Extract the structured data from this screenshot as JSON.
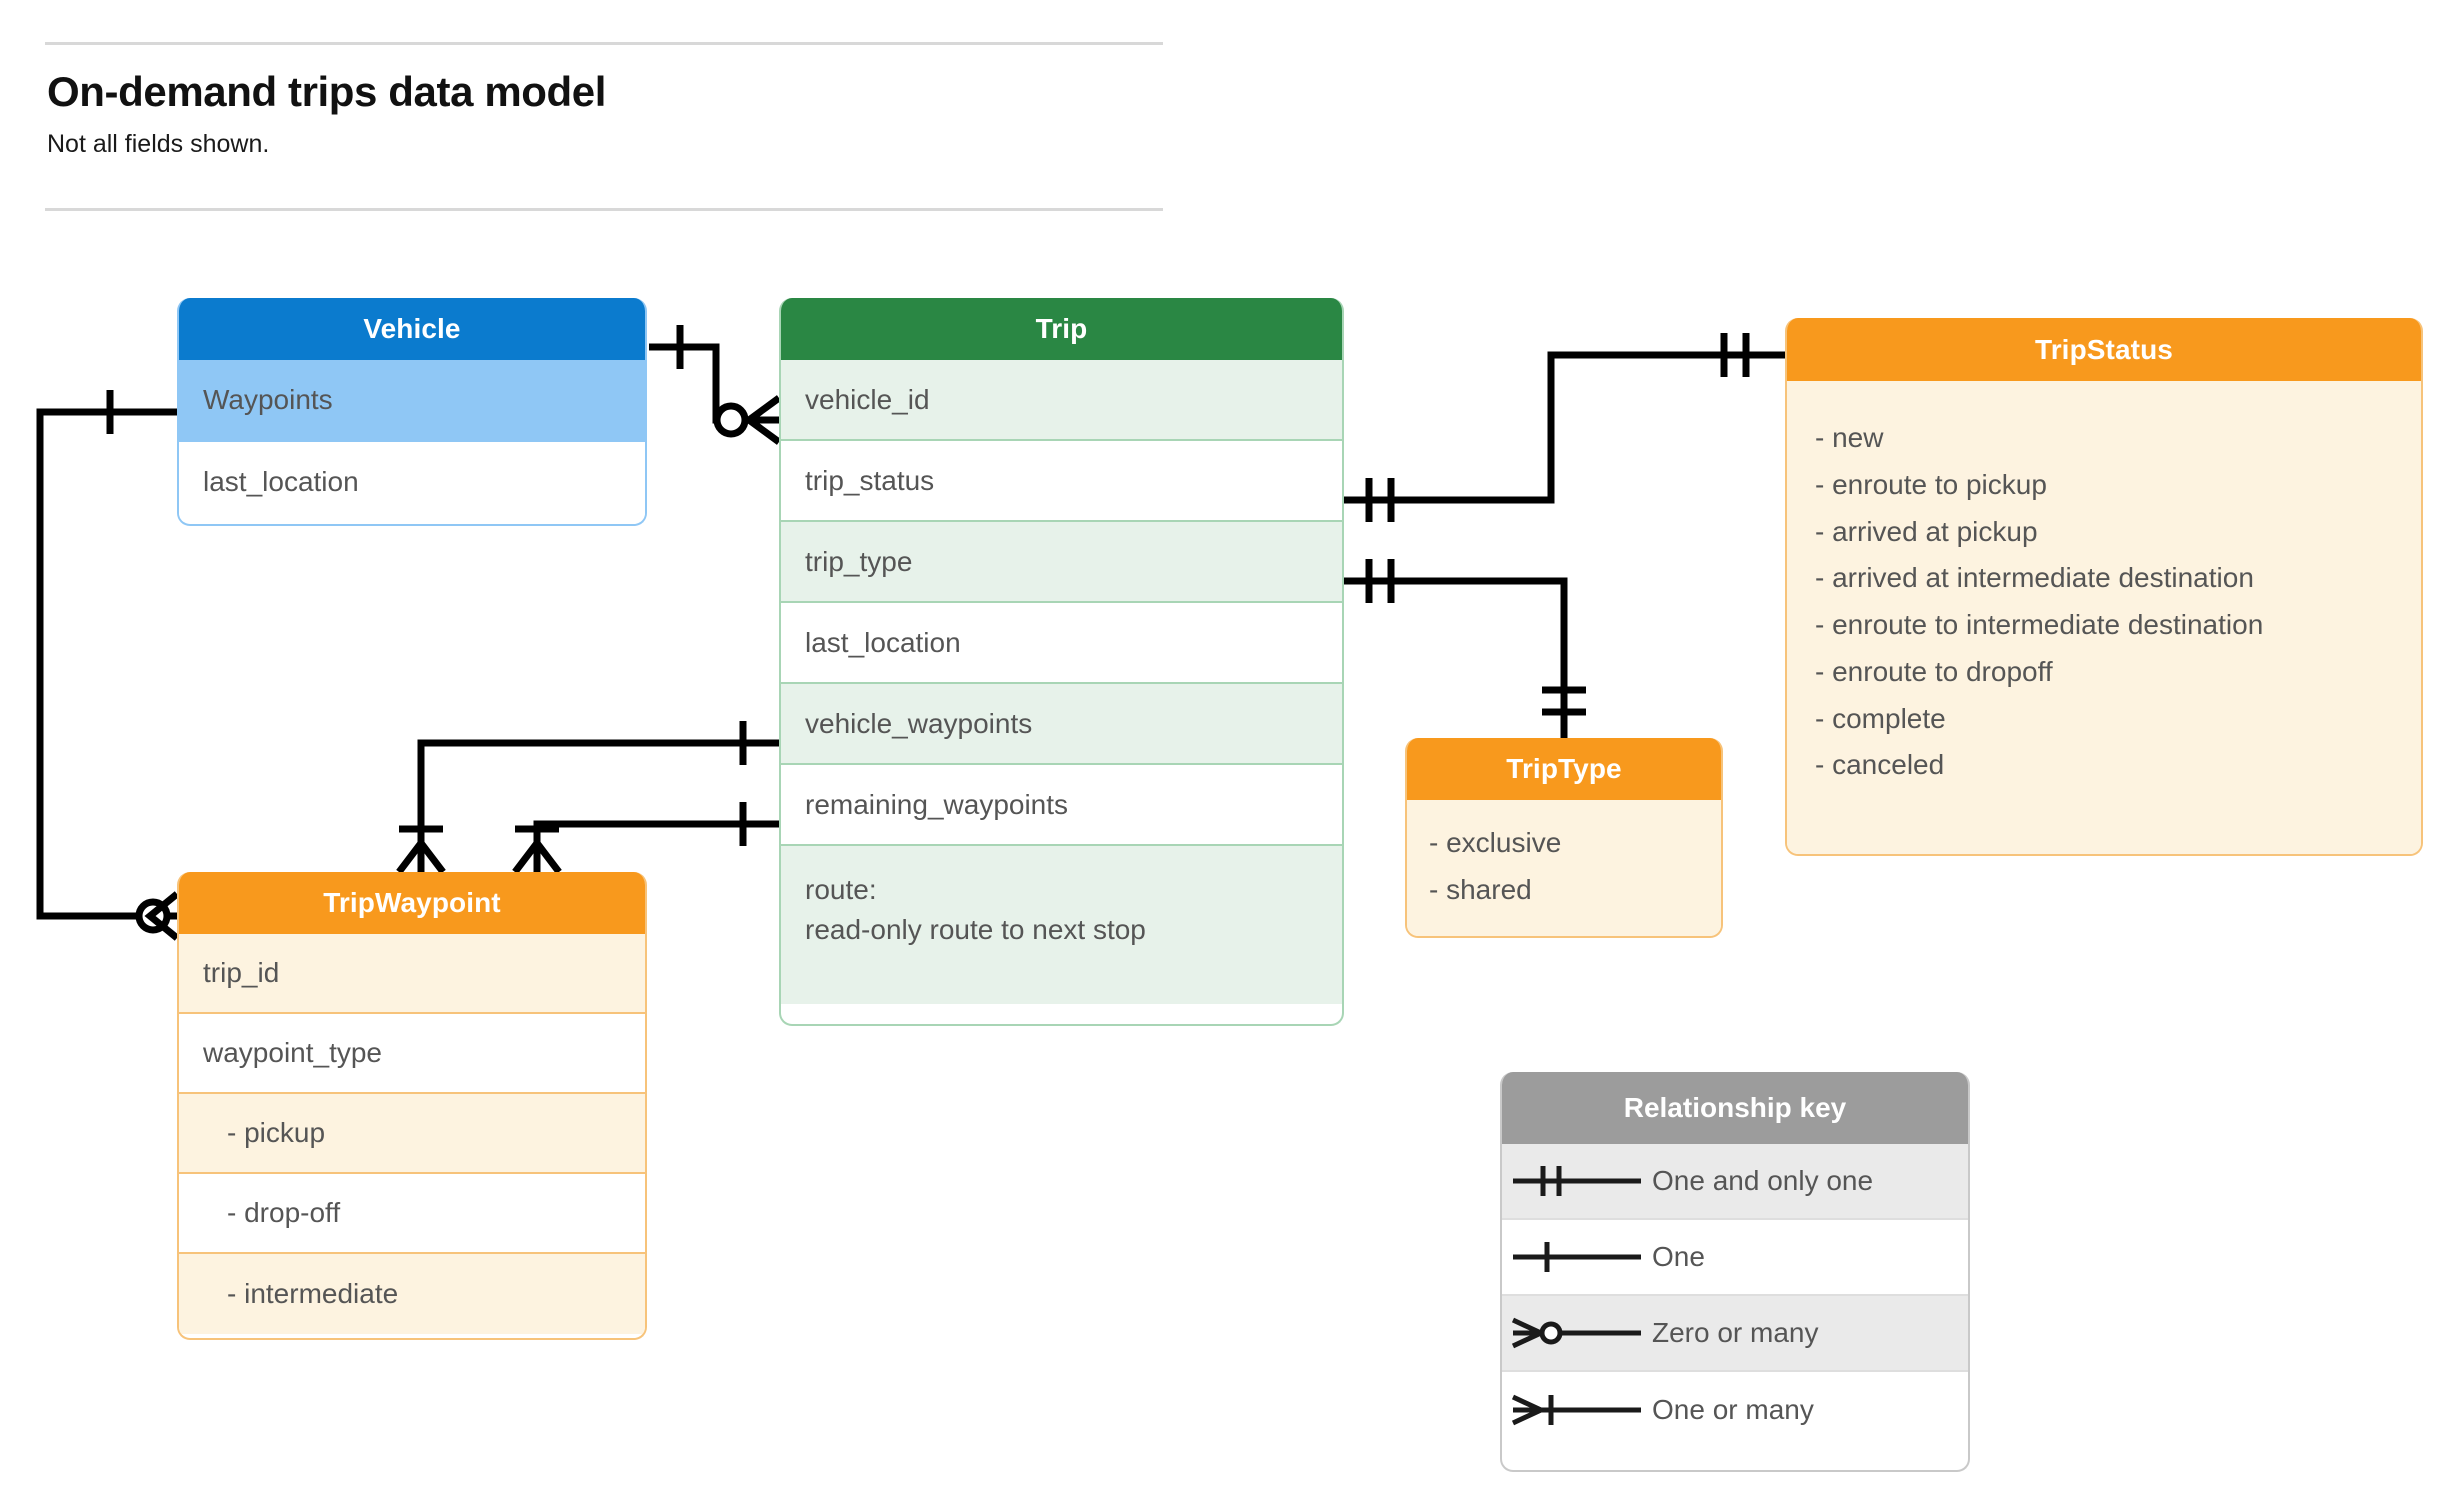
{
  "header": {
    "title": "On-demand trips data model",
    "subtitle": "Not all fields shown."
  },
  "colors": {
    "vehicle_header": "#0b7bce",
    "vehicle_highlight_row": "#8fc7f5",
    "trip_header": "#2a8744",
    "trip_row_alt": "#e7f2ea",
    "enum_header": "#f8991d",
    "enum_body": "#fdf3e0",
    "legend_header": "#9c9c9c",
    "legend_row_alt": "#eaeaea",
    "connector": "#000000",
    "text": "#555555"
  },
  "entities": {
    "vehicle": {
      "title": "Vehicle",
      "fields": [
        {
          "label": "Waypoints"
        },
        {
          "label": "last_location"
        }
      ]
    },
    "trip": {
      "title": "Trip",
      "fields": [
        {
          "label": "vehicle_id"
        },
        {
          "label": "trip_status"
        },
        {
          "label": "trip_type"
        },
        {
          "label": "last_location"
        },
        {
          "label": "vehicle_waypoints"
        },
        {
          "label": "remaining_waypoints"
        },
        {
          "label": "route:",
          "note": "read-only route to next stop"
        }
      ]
    },
    "trip_status": {
      "title": "TripStatus",
      "values": [
        "- new",
        "- enroute to pickup",
        "- arrived at pickup",
        "- arrived at intermediate destination",
        "- enroute to intermediate destination",
        "- enroute to dropoff",
        "- complete",
        "- canceled"
      ]
    },
    "trip_type": {
      "title": "TripType",
      "values": [
        "- exclusive",
        "- shared"
      ]
    },
    "trip_waypoint": {
      "title": "TripWaypoint",
      "fields": [
        {
          "label": "trip_id"
        },
        {
          "label": "waypoint_type"
        },
        {
          "label": "-  pickup"
        },
        {
          "label": "-  drop-off"
        },
        {
          "label": "-  intermediate"
        }
      ]
    }
  },
  "legend": {
    "title": "Relationship key",
    "rows": [
      {
        "symbol": "one-and-only-one-icon",
        "label": "One and only one"
      },
      {
        "symbol": "one-icon",
        "label": "One"
      },
      {
        "symbol": "zero-or-many-icon",
        "label": "Zero or many"
      },
      {
        "symbol": "one-or-many-icon",
        "label": "One or many"
      }
    ]
  },
  "relationships": [
    {
      "from": "Vehicle",
      "to": "Trip.vehicle_id",
      "from_cardinality": "One",
      "to_cardinality": "Zero or many"
    },
    {
      "from": "Vehicle.Waypoints",
      "to": "TripWaypoint",
      "from_cardinality": "One",
      "to_cardinality": "Zero or many"
    },
    {
      "from": "Trip.trip_status",
      "to": "TripStatus",
      "from_cardinality": "One and only one",
      "to_cardinality": "One and only one"
    },
    {
      "from": "Trip.trip_type",
      "to": "TripType",
      "from_cardinality": "One and only one",
      "to_cardinality": "One and only one"
    },
    {
      "from": "Trip.vehicle_waypoints",
      "to": "TripWaypoint",
      "from_cardinality": "One",
      "to_cardinality": "One or many"
    },
    {
      "from": "Trip.remaining_waypoints",
      "to": "TripWaypoint",
      "from_cardinality": "One",
      "to_cardinality": "One or many"
    }
  ]
}
